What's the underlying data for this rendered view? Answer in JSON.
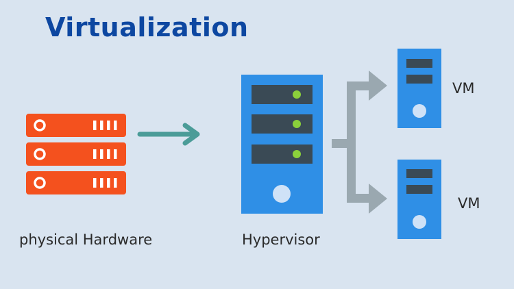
{
  "title": "Virtualization",
  "labels": {
    "hardware": "physical Hardware",
    "hypervisor": "Hypervisor",
    "vm_top": "VM",
    "vm_bottom": "VM"
  },
  "colors": {
    "background": "#d9e4f0",
    "title": "#0d47a1",
    "hardware": "#f4511e",
    "hypervisor_case": "#2f8fe6",
    "slot": "#3a4a55",
    "led": "#8bd13b",
    "power_button": "#cfe2f7",
    "arrow_teal": "#4b9c98",
    "arrow_gray": "#9aa8b0"
  },
  "icons": {
    "hardware": "server-rack-icon",
    "hypervisor": "server-tower-icon",
    "vm": "computer-tower-icon"
  }
}
